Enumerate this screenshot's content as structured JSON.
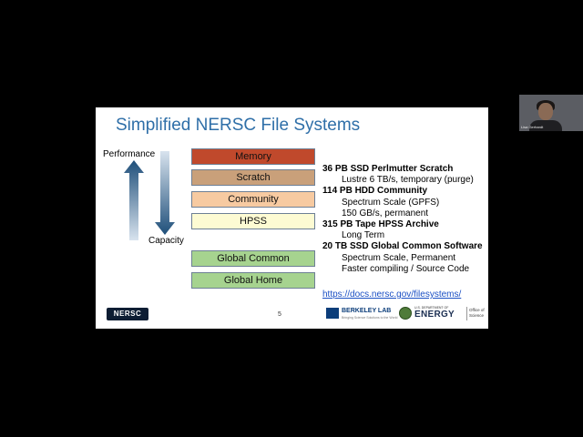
{
  "slide": {
    "title": "Simplified NERSC File Systems",
    "performance_label": "Performance",
    "capacity_label": "Capacity",
    "tiers": [
      {
        "label": "Memory",
        "color": "#c0492c"
      },
      {
        "label": "Scratch",
        "color": "#c9a07a"
      },
      {
        "label": "Community",
        "color": "#f7caa1"
      },
      {
        "label": "HPSS",
        "color": "#fdfbd3"
      },
      {
        "label": "Global Common",
        "color": "#a6d38f"
      },
      {
        "label": "Global Home",
        "color": "#a6d38f"
      }
    ],
    "info": [
      {
        "heading": "36 PB SSD Perlmutter Scratch",
        "details": [
          "Lustre 6 TB/s, temporary (purge)"
        ]
      },
      {
        "heading": "114 PB HDD Community",
        "details": [
          "Spectrum Scale (GPFS)",
          "150 GB/s, permanent"
        ]
      },
      {
        "heading": "315 PB Tape HPSS Archive",
        "details": [
          "Long Term"
        ]
      },
      {
        "heading": "20 TB SSD Global Common Software",
        "details": [
          "Spectrum Scale, Permanent",
          "Faster compiling / Source Code"
        ]
      }
    ],
    "link": "https://docs.nersc.gov/filesystems/",
    "page_number": "5",
    "logos": {
      "nersc": "NERSC",
      "berkeley_name": "BERKELEY LAB",
      "berkeley_tag": "Bringing Science Solutions to the World",
      "doe_dept": "U.S. DEPARTMENT OF",
      "doe_energy": "ENERGY",
      "doe_office": "Office of Science"
    }
  },
  "webcam": {
    "participant_name": "Lisa Gerhardt"
  }
}
